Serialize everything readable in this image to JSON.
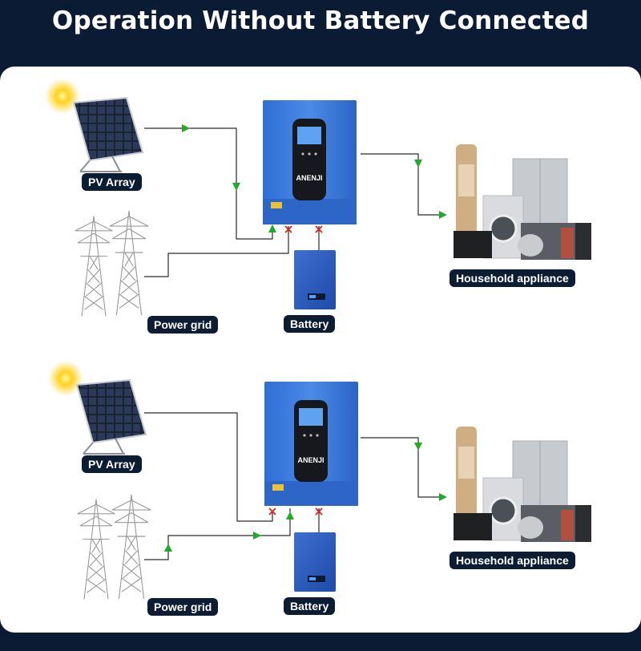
{
  "title": "Operation Without Battery Connected",
  "brand": "ANENJI",
  "labels": {
    "pv_array": "PV Array",
    "power_grid": "Power grid",
    "battery": "Battery",
    "household": "Household appliance"
  },
  "colors": {
    "background": "#0b1b34",
    "label_bg": "#0c1c33",
    "arrow": "#22a82a",
    "disconnect": "#e02020",
    "inverter": "#3a78d8"
  }
}
